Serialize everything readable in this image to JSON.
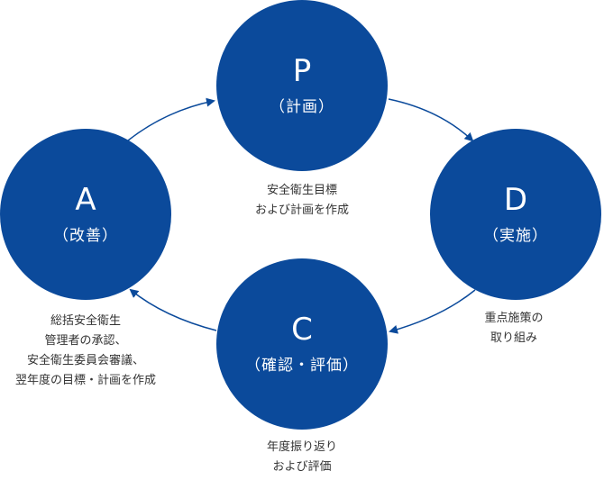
{
  "colors": {
    "node_fill": "#0b4a9b",
    "node_text": "#ffffff",
    "arrow": "#0b4a9b",
    "desc_text": "#333333"
  },
  "nodes": {
    "p": {
      "letter": "P",
      "label": "（計画）"
    },
    "d": {
      "letter": "D",
      "label": "（実施）"
    },
    "c": {
      "letter": "C",
      "label": "（確認・評価）"
    },
    "a": {
      "letter": "A",
      "label": "（改善）"
    }
  },
  "descriptions": {
    "p": [
      "安全衛生目標",
      "および計画を作成"
    ],
    "d": [
      "重点施策の",
      "取り組み"
    ],
    "c": [
      "年度振り返り",
      "および評価"
    ],
    "a": [
      "総括安全衛生",
      "管理者の承認、",
      "安全衛生委員会審議、",
      "翌年度の目標・計画を作成"
    ]
  }
}
